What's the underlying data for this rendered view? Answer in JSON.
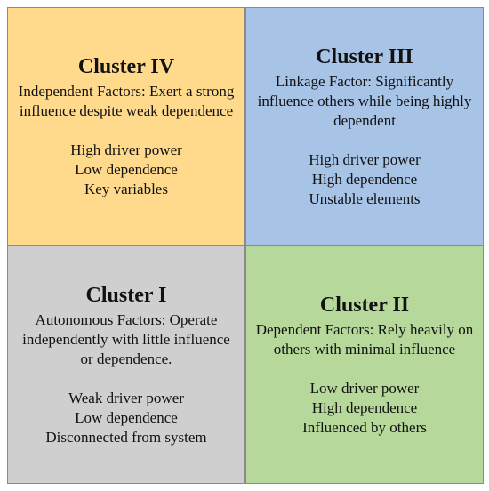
{
  "quadrants": {
    "top_left": {
      "title": "Cluster IV",
      "description": "Independent Factors: Exert a strong influence despite weak dependence",
      "traits": [
        "High driver power",
        "Low dependence",
        "Key variables"
      ]
    },
    "top_right": {
      "title": "Cluster III",
      "description": "Linkage Factor: Significantly influence others while being highly dependent",
      "traits": [
        "High driver power",
        "High dependence",
        "Unstable elements"
      ]
    },
    "bottom_left": {
      "title": "Cluster I",
      "description": "Autonomous Factors: Operate independently with little influence or dependence.",
      "traits": [
        "Weak driver power",
        "Low dependence",
        "Disconnected from system"
      ]
    },
    "bottom_right": {
      "title": "Cluster II",
      "description": "Dependent Factors: Rely heavily on others with minimal influence",
      "traits": [
        "Low driver power",
        "High dependence",
        "Influenced by others"
      ]
    }
  },
  "colors": {
    "cluster_iv": "#ffd98c",
    "cluster_iii": "#a7c3e6",
    "cluster_i": "#cfcfcf",
    "cluster_ii": "#b6d89b"
  }
}
